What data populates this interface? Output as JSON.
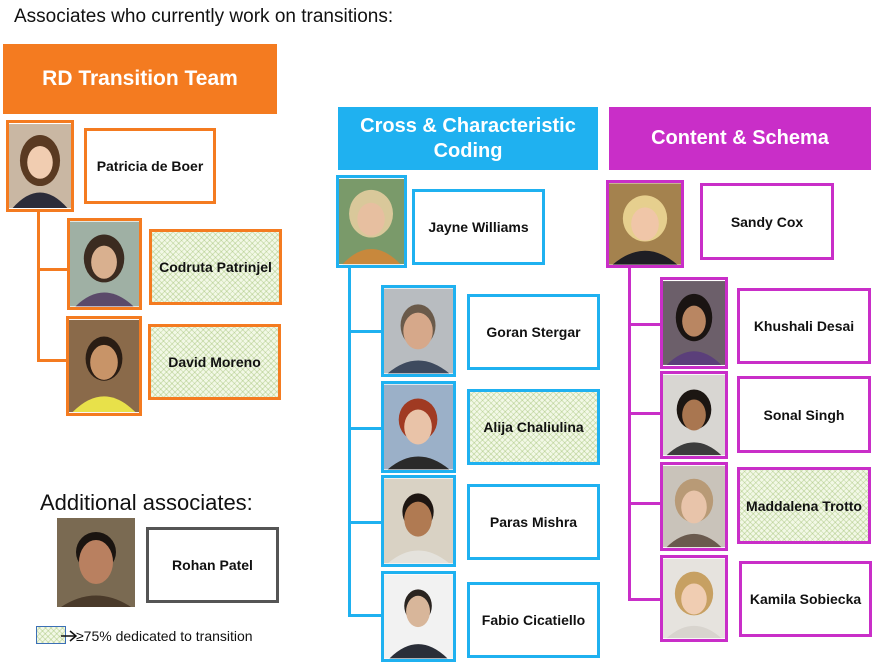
{
  "intro": "Associates who currently work on transitions:",
  "teams": {
    "rd": {
      "title": "RD Transition Team",
      "color": "#F47B20",
      "members": [
        "Patricia de Boer",
        "Codruta Patrinjel",
        "David Moreno"
      ]
    },
    "cross": {
      "title": "Cross & Characteristic Coding",
      "color": "#1FB1F0",
      "members": [
        "Jayne Williams",
        "Goran Stergar",
        "Alija Chaliulina",
        "Paras Mishra",
        "Fabio Cicatiello"
      ]
    },
    "content": {
      "title": "Content & Schema",
      "color": "#C92EC8",
      "members": [
        "Sandy Cox",
        "Khushali Desai",
        "Sonal Singh",
        "Maddalena Trotto",
        "Kamila Sobiecka"
      ]
    }
  },
  "additional": {
    "title": "Additional associates:",
    "members": [
      "Rohan Patel"
    ]
  },
  "legend": {
    "text": "≥75% dedicated to transition",
    "arrow": "arrow-right-icon"
  },
  "colors": {
    "hatch_fill": "#f2f8e6",
    "hatch_line": "#96b964"
  }
}
